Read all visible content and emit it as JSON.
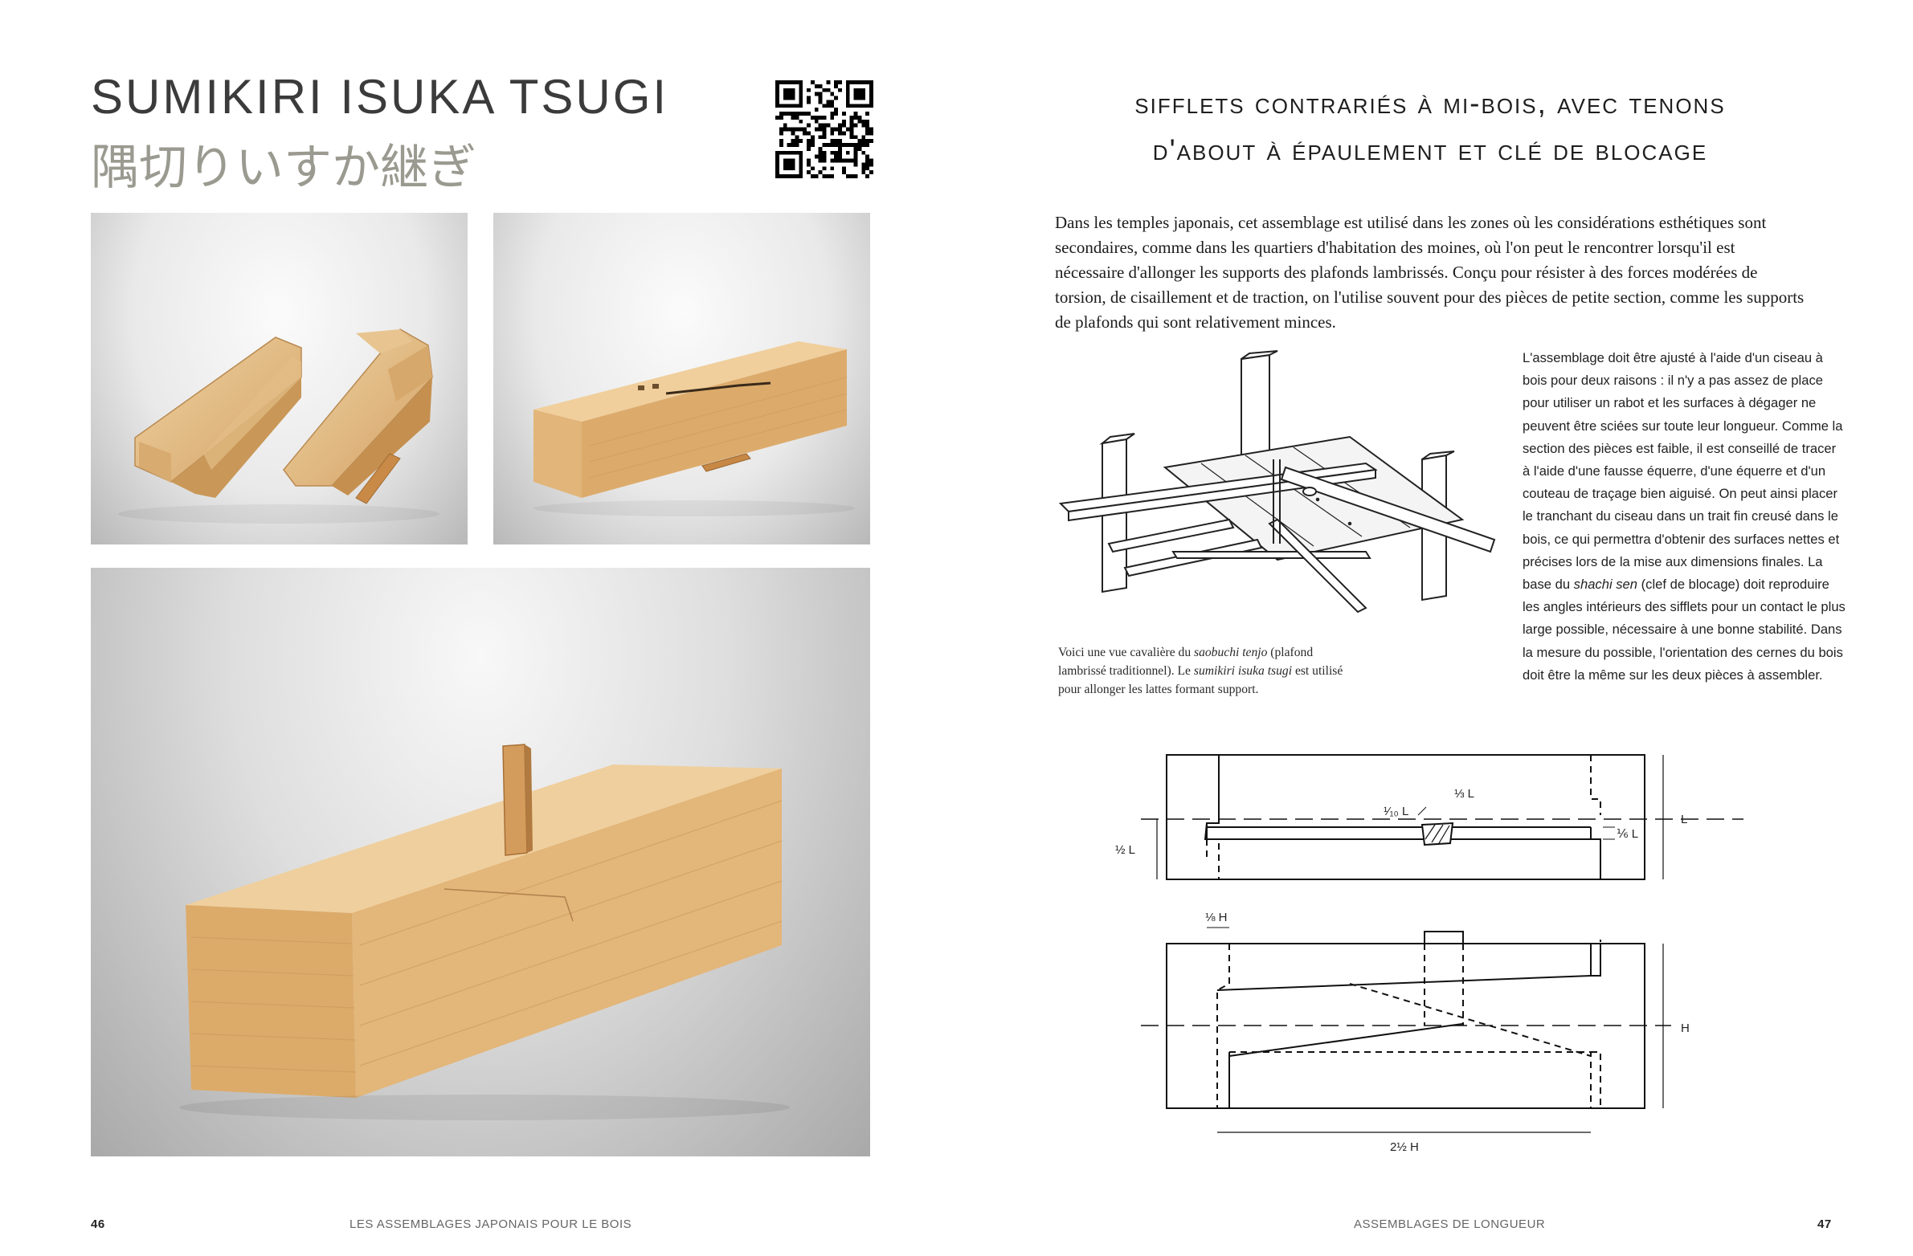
{
  "left_page": {
    "title_latin": "SUMIKIRI ISUKA TSUGI",
    "title_japanese": "隅切りいすか継ぎ",
    "footer_page": "46",
    "footer_book": "LES ASSEMBLAGES JAPONAIS POUR LE BOIS"
  },
  "right_page": {
    "heading_line1": "Sifflets contrariés à mi-bois, avec tenons",
    "heading_line2": "d'about à épaulement et clé de blocage",
    "intro": "Dans les temples japonais, cet assemblage est utilisé dans les zones où les considérations esthétiques sont secondaires, comme dans les quartiers d'habitation des moines, où l'on peut le rencontrer lorsqu'il est nécessaire d'allonger les supports des plafonds lambrissés. Conçu pour résister à des forces modérées de torsion, de cisaillement et de traction, on l'utilise souvent pour des pièces de petite section, comme les supports de plafonds qui sont relativement minces.",
    "side_text_a": "L'assemblage doit être ajusté à l'aide d'un ciseau à bois pour deux raisons : il n'y a pas assez de place pour utiliser un rabot et les surfaces à dégager ne peuvent être sciées sur toute leur longueur. Comme la section des pièces est faible, il est conseillé de tracer à l'aide d'une fausse équerre, d'une équerre et d'un couteau de traçage bien aiguisé. On peut ainsi placer le tranchant du ciseau dans un trait fin creusé dans le bois, ce qui permettra d'obtenir des surfaces nettes et précises lors de la mise aux dimensions finales. La base du ",
    "side_text_term": "shachi sen",
    "side_text_b": " (clef de blocage) doit reproduire les angles intérieurs des sifflets pour un contact le plus large possible, nécessaire à une bonne stabilité. Dans la mesure du possible, l'orientation des cernes du bois doit être la même sur les deux pièces à assembler.",
    "caption_a": "Voici une vue cavalière du ",
    "caption_term1": "saobuchi tenjo",
    "caption_b": " (plafond lambrissé traditionnel). Le ",
    "caption_term2": "sumikiri isuka tsugi",
    "caption_c": " est utilisé pour allonger les lattes formant support.",
    "dim_labels": {
      "tenth_l": "¹⁄₁₀ L",
      "third_l": "⅓ L",
      "sixth_l": "⅙ L",
      "half_l": "½ L",
      "l": "L",
      "eighth_h": "⅛ H",
      "h": "H",
      "two_half_h": "2½ H"
    },
    "footer_section": "ASSEMBLAGES DE LONGUEUR",
    "footer_page": "47"
  },
  "colors": {
    "wood_light": "#ecc994",
    "wood_mid": "#d9ad72",
    "wood_dark": "#b9874d",
    "title_jp": "#9a9a90"
  }
}
